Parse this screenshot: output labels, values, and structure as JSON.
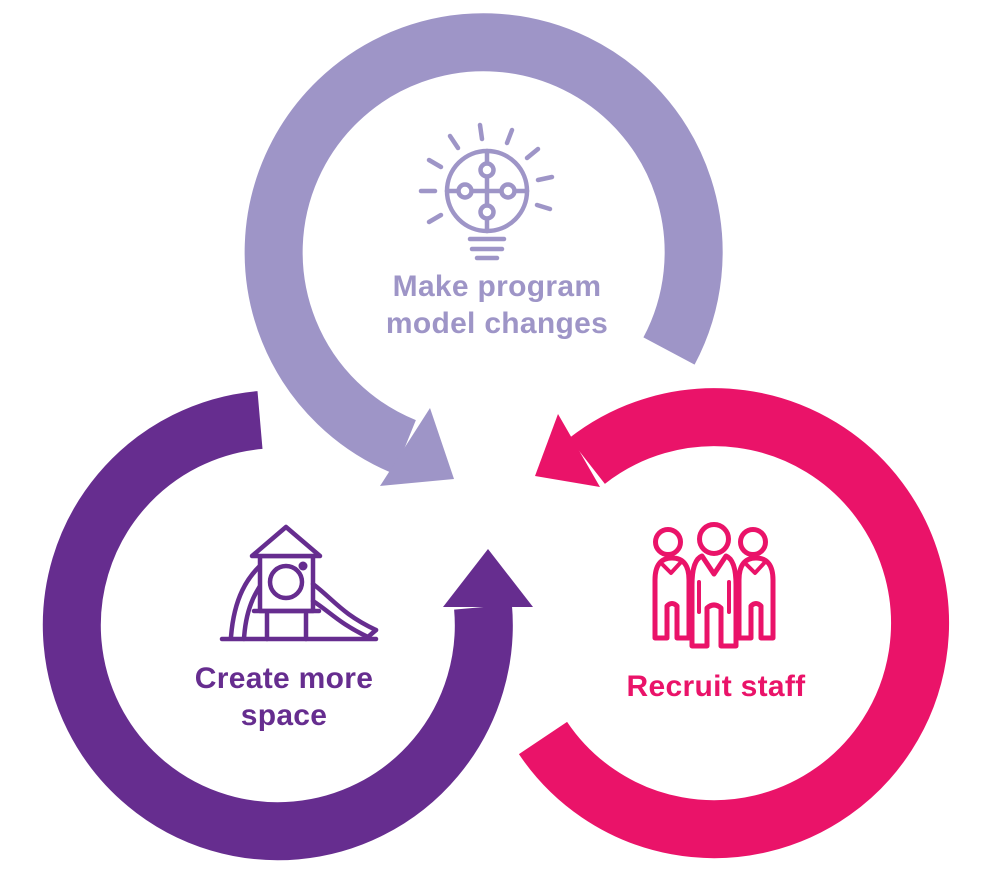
{
  "diagram": {
    "type": "cycle-diagram",
    "flow_direction": "counterclockwise",
    "nodes": [
      {
        "id": "make-program-model-changes",
        "position": "top",
        "label_lines": [
          "Make program",
          "model changes"
        ],
        "icon": "lightbulb-puzzle-icon",
        "color_name": "lavender",
        "color": "#9E95C7"
      },
      {
        "id": "create-more-space",
        "position": "bottom-left",
        "label_lines": [
          "Create more",
          "space"
        ],
        "icon": "playground-slide-icon",
        "color_name": "purple",
        "color": "#662D8F"
      },
      {
        "id": "recruit-staff",
        "position": "bottom-right",
        "label_lines": [
          "Recruit staff"
        ],
        "icon": "people-group-icon",
        "color_name": "pink",
        "color": "#EA1369"
      }
    ]
  },
  "colors": {
    "lavender": "#9E95C7",
    "purple": "#662D8F",
    "pink": "#EA1369",
    "background": "#FFFFFF"
  }
}
